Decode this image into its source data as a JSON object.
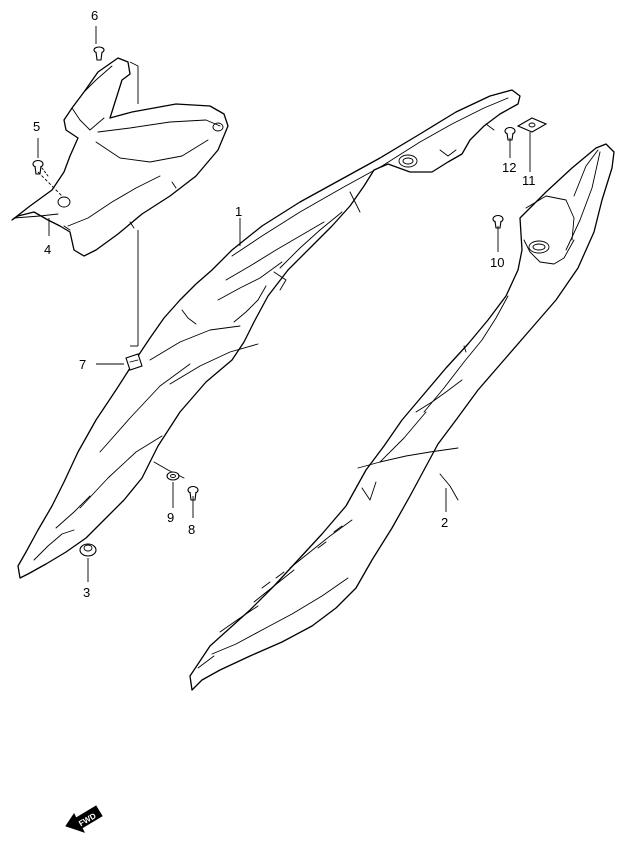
{
  "callouts": [
    {
      "id": "1",
      "label": "1"
    },
    {
      "id": "2",
      "label": "2"
    },
    {
      "id": "3",
      "label": "3"
    },
    {
      "id": "4",
      "label": "4"
    },
    {
      "id": "5",
      "label": "5"
    },
    {
      "id": "6",
      "label": "6"
    },
    {
      "id": "7",
      "label": "7"
    },
    {
      "id": "8",
      "label": "8"
    },
    {
      "id": "9",
      "label": "9"
    },
    {
      "id": "10",
      "label": "10"
    },
    {
      "id": "11",
      "label": "11"
    },
    {
      "id": "12",
      "label": "12"
    }
  ],
  "direction_marker": {
    "label": "FWD",
    "icon": "forward-arrow-icon"
  }
}
